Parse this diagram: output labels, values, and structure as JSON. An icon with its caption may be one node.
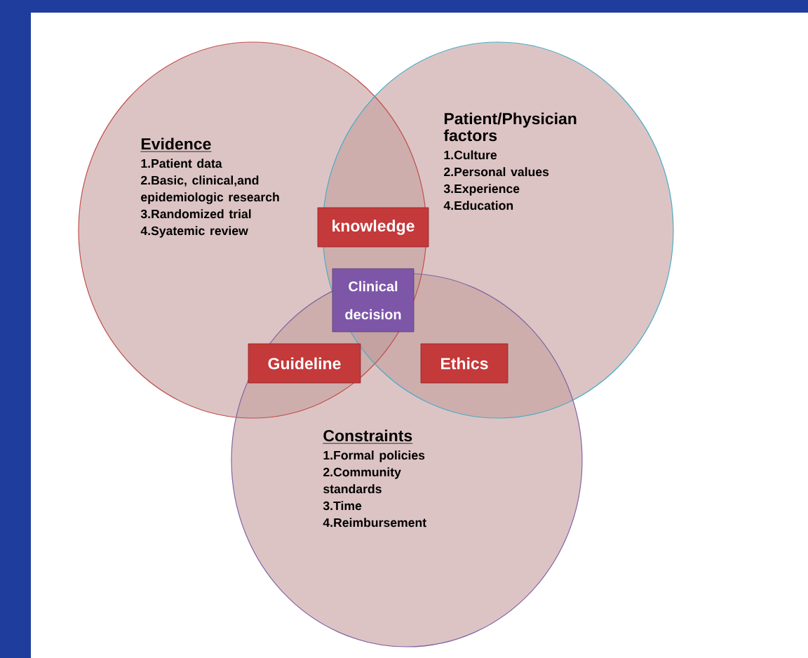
{
  "diagram": {
    "nodes": [
      {
        "text": [
          "Evidence",
          "1.Patient data",
          "2.Basic, clinical,and epidemiologic research",
          "3.Randomized trial",
          "4.Syatemic review"
        ]
      },
      {
        "text": [
          "Patient/Physician factors",
          "1.Culture",
          "2.Personal values",
          "3.Experience",
          "4.Education"
        ]
      },
      {
        "text": [
          "knowledge"
        ]
      },
      {
        "text": [
          "Clinical decision"
        ]
      },
      {
        "text": [
          "Guideline"
        ]
      },
      {
        "text": [
          "Ethics"
        ]
      },
      {
        "text": [
          "Constraints",
          "1.Formal policies",
          "2.Community standards",
          "3.Time",
          "4.Reimbursement"
        ]
      }
    ]
  }
}
